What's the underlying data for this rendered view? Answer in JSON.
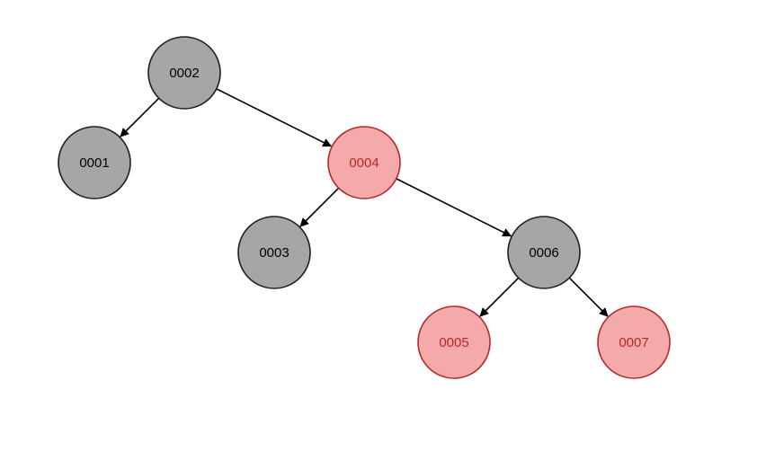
{
  "tree": {
    "colors": {
      "black_fill": "#a6a6a6",
      "black_stroke": "#1f1f1f",
      "black_text": "#000000",
      "red_fill": "#f4aaaa",
      "red_stroke": "#b22a2a",
      "red_text": "#b22a2a",
      "edge": "#000000"
    },
    "nodes": [
      {
        "id": "n2",
        "label": "0002",
        "color": "black"
      },
      {
        "id": "n1",
        "label": "0001",
        "color": "black"
      },
      {
        "id": "n4",
        "label": "0004",
        "color": "red"
      },
      {
        "id": "n3",
        "label": "0003",
        "color": "black"
      },
      {
        "id": "n6",
        "label": "0006",
        "color": "black"
      },
      {
        "id": "n5",
        "label": "0005",
        "color": "red"
      },
      {
        "id": "n7",
        "label": "0007",
        "color": "red"
      }
    ],
    "edges": [
      {
        "from": "n2",
        "to": "n1"
      },
      {
        "from": "n2",
        "to": "n4"
      },
      {
        "from": "n4",
        "to": "n3"
      },
      {
        "from": "n4",
        "to": "n6"
      },
      {
        "from": "n6",
        "to": "n5"
      },
      {
        "from": "n6",
        "to": "n7"
      }
    ]
  }
}
